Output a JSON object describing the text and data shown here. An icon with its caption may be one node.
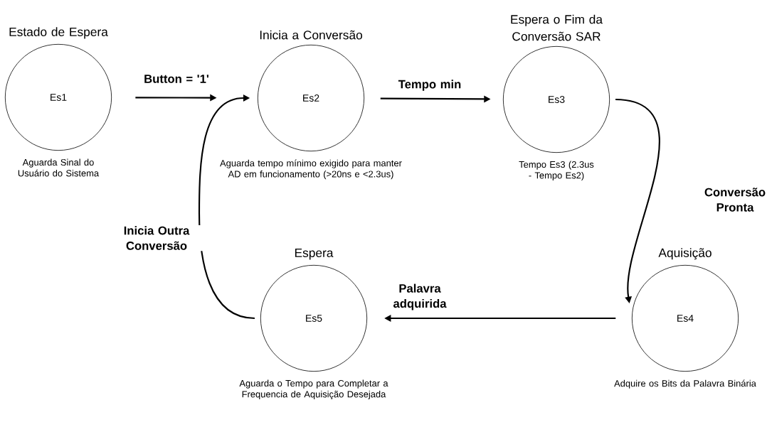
{
  "diagram": {
    "nodes": [
      {
        "text": [
          "Estado de Espera",
          "Es1"
        ],
        "beside": [
          "Aguarda Sinal do Usuário do Sistema"
        ]
      },
      {
        "text": [
          "Inicia a Conversão",
          "Es2"
        ],
        "beside": [
          "Aguarda tempo mínimo exigido para manter AD em funcionamento (>20ns e <2.3us)"
        ]
      },
      {
        "text": [
          "Espera o Fim da Conversão SAR",
          "Es3"
        ],
        "beside": [
          "Tempo Es3 (2.3us - Tempo Es2)"
        ]
      },
      {
        "text": [
          "Aquisição",
          "Es4"
        ],
        "beside": [
          "Adquire os Bits da Palavra Binária"
        ]
      },
      {
        "text": [
          "Espera",
          "Es5"
        ],
        "beside": [
          "Aguarda o Tempo para Completar a Frequencia de Aquisição Desejada"
        ]
      }
    ],
    "edges": [
      {
        "from": 0,
        "to": 1,
        "arrow": "to",
        "label": "Button = '1'"
      },
      {
        "from": 1,
        "to": 2,
        "arrow": "to",
        "label": "Tempo min"
      },
      {
        "from": 2,
        "to": 3,
        "arrow": "to",
        "label": "Conversão Pronta"
      },
      {
        "from": 3,
        "to": 4,
        "arrow": "to",
        "label": "Palavra adquirida"
      },
      {
        "from": 4,
        "to": 1,
        "arrow": "to",
        "label": "Inicia Outra Conversão"
      }
    ]
  }
}
